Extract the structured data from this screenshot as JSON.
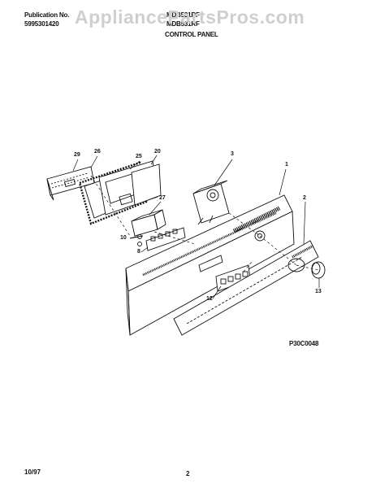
{
  "header": {
    "publication_label": "Publication No.",
    "publication_number": "5995301420",
    "model_1": "MDB531RF",
    "model_2": "MDB531RF",
    "section_title": "CONTROL PANEL"
  },
  "watermark": "AppliancePartsPros.com",
  "part_callouts": [
    "29",
    "26",
    "25",
    "20",
    "3",
    "1",
    "27",
    "2",
    "10",
    "8",
    "12",
    "13"
  ],
  "diagram_code": "P30C0048",
  "footer": {
    "date": "10/97",
    "page": "2"
  }
}
